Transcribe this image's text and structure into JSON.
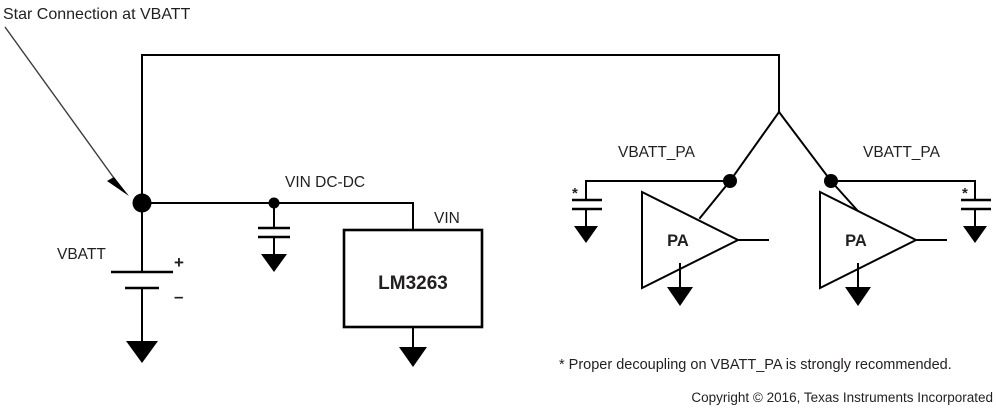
{
  "diagram": {
    "title": "Star Connection at VBATT",
    "labels": {
      "vbatt": "VBATT",
      "vin_dcdc": "VIN DC-DC",
      "vin": "VIN",
      "chip": "LM3263",
      "pa_left": "PA",
      "pa_right": "PA",
      "vbatt_pa_left": "VBATT_PA",
      "vbatt_pa_right": "VBATT_PA",
      "battery_plus": "+",
      "battery_minus": "–",
      "asterisk_left": "*",
      "asterisk_right": "*"
    },
    "footnote": "* Proper decoupling on VBATT_PA is strongly recommended.",
    "copyright": "Copyright © 2016, Texas Instruments Incorporated",
    "colors": {
      "background": "#ffffff",
      "wire": "#000000",
      "text": "#231f20",
      "annotation_arrow": "#3b3b3b"
    }
  }
}
